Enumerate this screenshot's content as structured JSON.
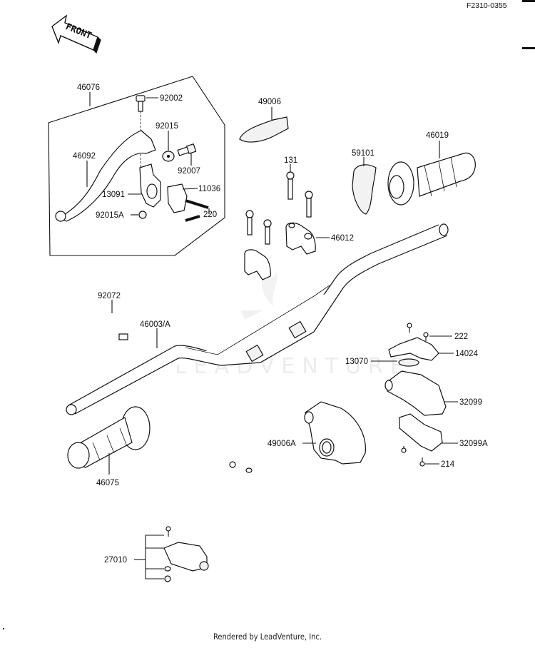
{
  "diagram": {
    "figure_code": "F2310-0355",
    "front_arrow_label": "FRONT",
    "watermark": "LEADVENTURE",
    "footer": "Rendered by LeadVenture, Inc.",
    "parts": [
      {
        "id": "46076",
        "label": "46076",
        "name": "clutch-lever-assembly"
      },
      {
        "id": "92002",
        "label": "92002",
        "name": "bolt"
      },
      {
        "id": "92015",
        "label": "92015",
        "name": "nut"
      },
      {
        "id": "92007",
        "label": "92007",
        "name": "adjuster"
      },
      {
        "id": "46092",
        "label": "46092",
        "name": "clutch-lever"
      },
      {
        "id": "13091",
        "label": "13091",
        "name": "lever-holder"
      },
      {
        "id": "11036",
        "label": "11036",
        "name": "bracket"
      },
      {
        "id": "92015A",
        "label": "92015A",
        "name": "nut"
      },
      {
        "id": "220",
        "label": "220",
        "name": "screw"
      },
      {
        "id": "49006",
        "label": "49006",
        "name": "lever-cover"
      },
      {
        "id": "131",
        "label": "131",
        "name": "bolt"
      },
      {
        "id": "59101",
        "label": "59101",
        "name": "throttle-pulley"
      },
      {
        "id": "46019",
        "label": "46019",
        "name": "throttle-grip"
      },
      {
        "id": "46012",
        "label": "46012",
        "name": "handlebar-holder"
      },
      {
        "id": "92072",
        "label": "92072",
        "name": "band"
      },
      {
        "id": "46003/A",
        "label": "46003/A",
        "name": "handlebar"
      },
      {
        "id": "222",
        "label": "222",
        "name": "screw"
      },
      {
        "id": "14024",
        "label": "14024",
        "name": "cover"
      },
      {
        "id": "13070",
        "label": "13070",
        "name": "plate"
      },
      {
        "id": "32099",
        "label": "32099",
        "name": "throttle-housing-upper"
      },
      {
        "id": "32099A",
        "label": "32099A",
        "name": "throttle-housing-lower"
      },
      {
        "id": "49006A",
        "label": "49006A",
        "name": "throttle-cover"
      },
      {
        "id": "214",
        "label": "214",
        "name": "screw"
      },
      {
        "id": "46075",
        "label": "46075",
        "name": "left-grip"
      },
      {
        "id": "27010",
        "label": "27010",
        "name": "engine-stop-switch"
      }
    ]
  }
}
